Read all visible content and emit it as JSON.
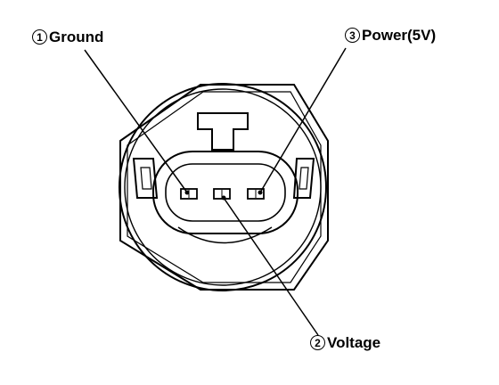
{
  "labels": {
    "pin1": {
      "number": "1",
      "text": "Ground"
    },
    "pin2": {
      "number": "2",
      "text": "Voltage"
    },
    "pin3": {
      "number": "3",
      "text": "Power(5V)"
    }
  }
}
